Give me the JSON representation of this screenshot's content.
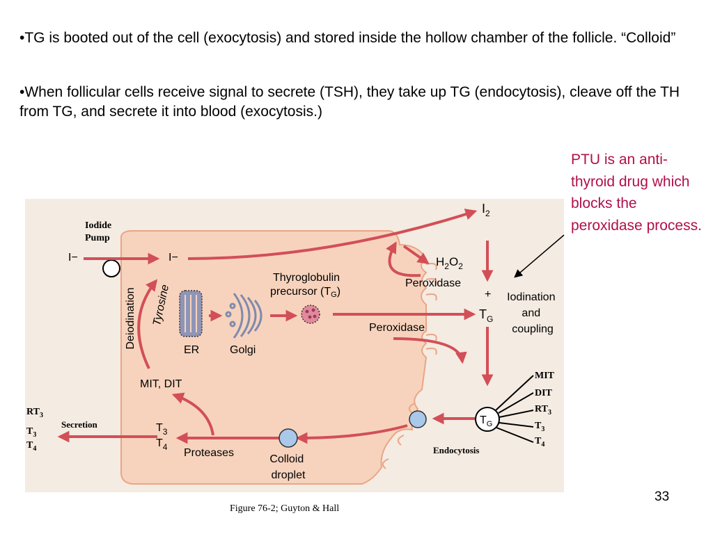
{
  "bullets": [
    "•TG is booted out of the cell (exocytosis) and stored inside the hollow chamber of the follicle.  “Colloid”",
    "•When follicular cells receive signal to secrete (TSH), they take up TG (endocytosis), cleave off the TH from TG, and secrete it into blood (exocytosis.)"
  ],
  "note": "PTU is an anti-thyroid drug which blocks the peroxidase process.",
  "note_color": "#b0104a",
  "page_number": "33",
  "caption": "Figure 76-2; Guyton & Hall",
  "diagram": {
    "colors": {
      "cell": "#f7d3bd",
      "cell_border": "#e9a584",
      "arrow": "#d24f57",
      "droplet": "#a9c8ea"
    },
    "iodide_pump": [
      "Iodide",
      "Pump"
    ],
    "iodide_outside": "I−",
    "iodide_inside": "I−",
    "deiodination": "Deiodination",
    "tyrosine": "Tyrosine",
    "er": "ER",
    "golgi": "Golgi",
    "thyroglobulin": [
      "Thyroglobulin",
      "precursor (T",
      "G",
      ")"
    ],
    "i2": {
      "main": "I",
      "sub": "2"
    },
    "h2o2": {
      "a": "H",
      "s1": "2",
      "b": "O",
      "s2": "2"
    },
    "peroxidase_top": "Peroxidase",
    "plus": "+",
    "tg": {
      "main": "T",
      "sub": "G"
    },
    "iodination": [
      "Iodination",
      "and",
      "coupling"
    ],
    "peroxidase_mid": "Peroxidase",
    "mit_dit": "MIT, DIT",
    "secretion": "Secretion",
    "secreted": [
      {
        "main": "RT",
        "sub": "3"
      },
      {
        "main": "T",
        "sub": "3"
      },
      {
        "main": "T",
        "sub": "4"
      }
    ],
    "t3": {
      "main": "T",
      "sub": "3"
    },
    "t4": {
      "main": "T",
      "sub": "4"
    },
    "proteases": "Proteases",
    "colloid_droplet": [
      "Colloid",
      "droplet"
    ],
    "endocytosis": "Endocytosis",
    "tg_circle": {
      "main": "T",
      "sub": "G"
    },
    "tg_products": [
      {
        "main": "MIT",
        "sub": ""
      },
      {
        "main": "DIT",
        "sub": ""
      },
      {
        "main": "RT",
        "sub": "3"
      },
      {
        "main": "T",
        "sub": "3"
      },
      {
        "main": "T",
        "sub": "4"
      }
    ]
  }
}
